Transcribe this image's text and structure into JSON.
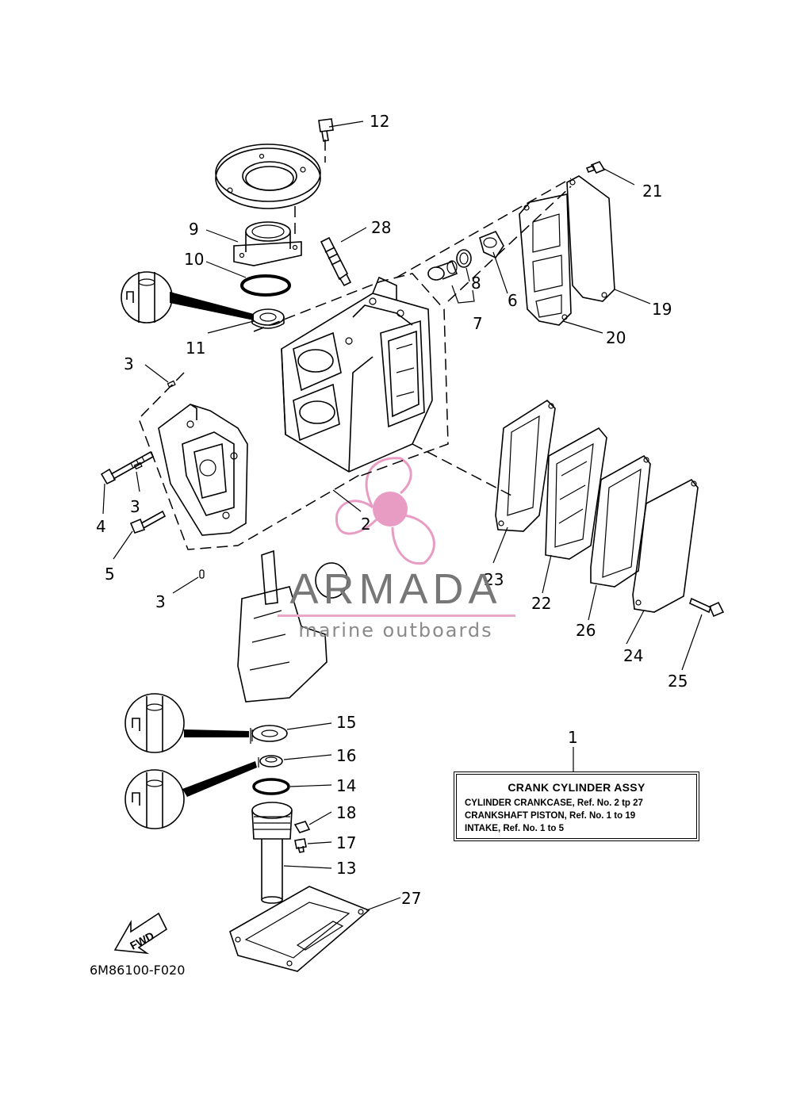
{
  "part_labels": [
    "1",
    "2",
    "3",
    "3",
    "3",
    "3",
    "4",
    "5",
    "6",
    "7",
    "8",
    "9",
    "10",
    "11",
    "12",
    "13",
    "14",
    "15",
    "16",
    "17",
    "18",
    "19",
    "20",
    "21",
    "22",
    "23",
    "24",
    "25",
    "26",
    "27",
    "28"
  ],
  "legend": {
    "title": "CRANK CYLINDER ASSY",
    "lines": [
      "CYLINDER CRANKCASE,  Ref. No. 2 tp 27",
      "CRANKSHAFT PISTON,  Ref. No. 1 to 19",
      "INTAKE,  Ref. No. 1 to 5"
    ]
  },
  "fwd_label": "FWD",
  "drawing_code": "6M86100-F020",
  "watermark": {
    "brand": "ARMADA",
    "tagline": "marine outboards",
    "accent_color": "#e8a6c8"
  },
  "icons": [
    "propeller-logo-icon",
    "grease-seal-icon",
    "fwd-arrow-icon"
  ]
}
